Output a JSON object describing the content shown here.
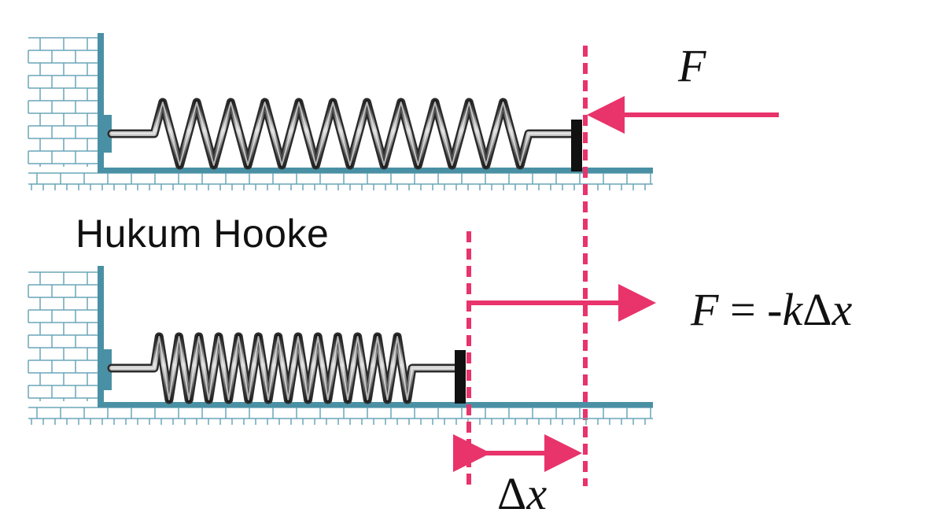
{
  "title": "Hukum Hooke",
  "force_label": {
    "symbol": "F"
  },
  "equation": {
    "lhs": "F",
    "equals": " = ",
    "minus": "-",
    "k": "k",
    "delta": "Δ",
    "x": "x"
  },
  "displacement_label": {
    "delta": "Δ",
    "x": "x"
  },
  "colors": {
    "wall": "#4a90a4",
    "brick_lines": "#6aa6b8",
    "arrow": "#e8336b",
    "dashed_line": "#e8336b",
    "spring": "#2b2b2b",
    "block": "#111111"
  },
  "icons": {
    "wall": "brick-wall-icon",
    "spring": "coil-spring-icon",
    "arrow": "force-arrow-icon"
  }
}
